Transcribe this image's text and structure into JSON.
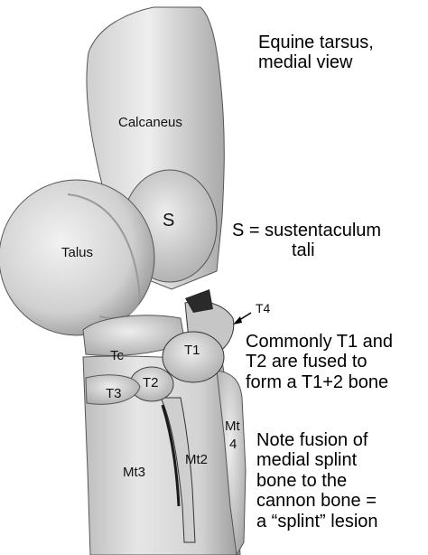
{
  "captions": {
    "title": [
      "Equine tarsus,",
      "medial view"
    ],
    "sustentaculum": [
      "S = sustentaculum",
      "tali"
    ],
    "t1_t2": [
      "Commonly T1 and",
      "T2 are fused to",
      "form a T1+2 bone"
    ],
    "splint": [
      "Note fusion of",
      "medial splint",
      "bone to the",
      "cannon bone =",
      "a “splint” lesion"
    ]
  },
  "bone_labels": {
    "calcaneus": "Calcaneus",
    "s": "S",
    "talus": "Talus",
    "t4": "T4",
    "tc": "Tc",
    "t1": "T1",
    "t2": "T2",
    "t3": "T3",
    "mt4_top": "Mt",
    "mt4_bottom": "4",
    "mt2": "Mt2",
    "mt3": "Mt3"
  },
  "colors": {
    "background": "#ffffff",
    "bone_light": "#e4e4e4",
    "bone_mid": "#bdbdbd",
    "bone_dark": "#3a3a3a",
    "text": "#000000"
  }
}
